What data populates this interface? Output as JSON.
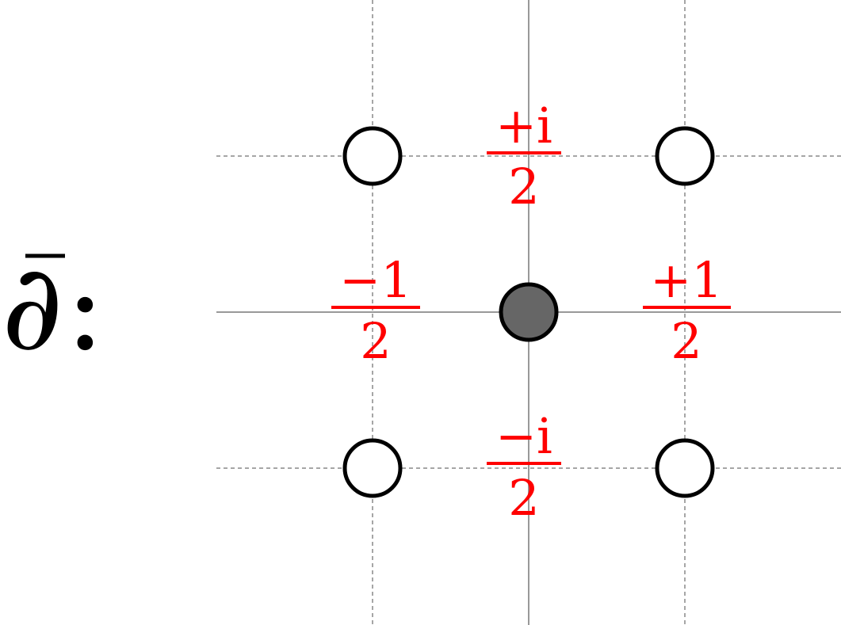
{
  "operator": {
    "symbol": "∂",
    "colon": ":"
  },
  "colors": {
    "coefficient": "#ff0000",
    "grid_dashed": "#888888",
    "grid_solid": "#999999",
    "center_fill": "#666666"
  },
  "coefficients": {
    "top": {
      "numerator": "+i",
      "denominator": "2"
    },
    "left": {
      "numerator": "−1",
      "denominator": "2"
    },
    "right": {
      "numerator": "+1",
      "denominator": "2"
    },
    "bottom": {
      "numerator": "−i",
      "denominator": "2"
    }
  }
}
